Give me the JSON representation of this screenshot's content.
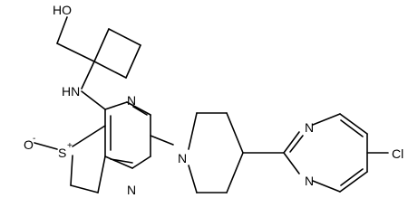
{
  "structure": {
    "atom_labels": {
      "hydroxyl": "HO",
      "amine": "HN",
      "n_pyrimidine_top": "N",
      "n_pyrimidine_bottom": "N",
      "n_piperidine": "N",
      "n_chloropyrimidine_top": "N",
      "n_chloropyrimidine_bottom": "N",
      "chlorine": "Cl",
      "sulfur": "S",
      "sulfur_charge": "+",
      "oxide": "O",
      "oxide_charge": "-"
    }
  }
}
